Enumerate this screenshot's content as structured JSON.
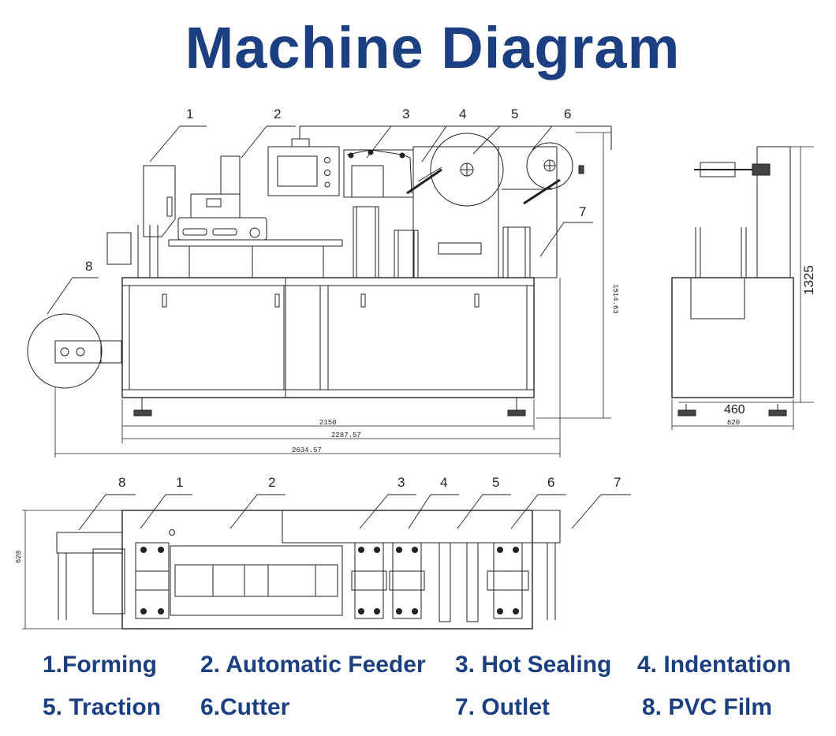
{
  "title": "Machine Diagram",
  "top_callouts": [
    "1",
    "2",
    "3",
    "4",
    "5",
    "6",
    "7",
    "8"
  ],
  "bottom_callouts": [
    "8",
    "1",
    "2",
    "3",
    "4",
    "5",
    "6",
    "7"
  ],
  "dimensions": {
    "width_2150": "2150",
    "width_2287": "2287.57",
    "width_2634": "2634.57",
    "height_1514": "1514.63",
    "side_height": "1325",
    "side_460": "460",
    "side_620": "620",
    "plan_620": "620"
  },
  "legend": [
    {
      "text": "1.Forming"
    },
    {
      "text": "2. Automatic Feeder"
    },
    {
      "text": "3. Hot Sealing"
    },
    {
      "text": "4. Indentation"
    },
    {
      "text": "5. Traction"
    },
    {
      "text": "6.Cutter"
    },
    {
      "text": "7. Outlet"
    },
    {
      "text": "8. PVC Film"
    }
  ],
  "colors": {
    "title": "#1b3f80",
    "line": "#222222"
  }
}
